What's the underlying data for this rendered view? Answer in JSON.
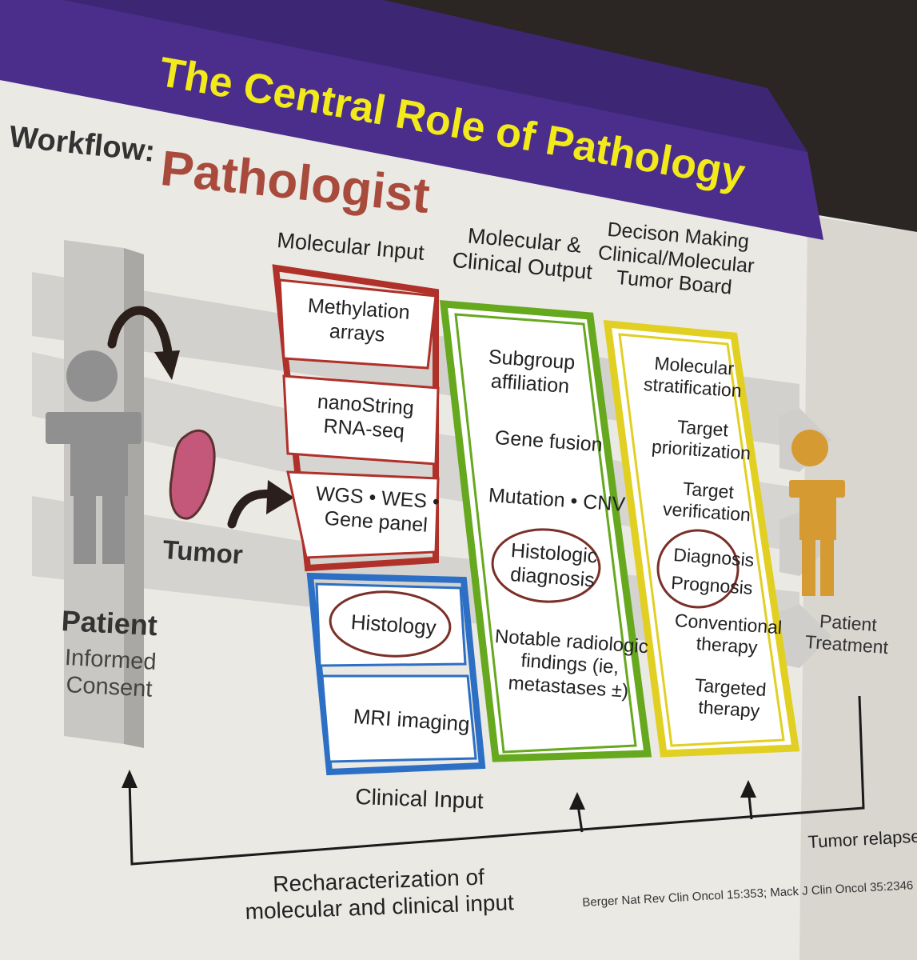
{
  "title": "The Central Role of Pathology",
  "workflow_label": "Workflow:",
  "pathologist_label": "Pathologist",
  "columns": {
    "molecular_input": "Molecular Input",
    "output": [
      "Molecular &",
      "Clinical Output"
    ],
    "decision": [
      "Decison Making",
      "Clinical/Molecular",
      "Tumor Board"
    ]
  },
  "red_boxes": [
    [
      "Methylation",
      "arrays"
    ],
    [
      "nanoString",
      "RNA-seq"
    ],
    [
      "WGS • WES •",
      "Gene panel"
    ]
  ],
  "blue_boxes": {
    "histology": "Histology",
    "mri": "MRI imaging"
  },
  "green_box": {
    "subgroup": [
      "Subgroup",
      "affiliation"
    ],
    "gene_fusion": "Gene fusion",
    "mutation": "Mutation • CNV",
    "histologic": [
      "Histologic",
      "diagnosis"
    ],
    "radiologic": [
      "Notable radiologic",
      "findings (ie,",
      "metastases ±)"
    ]
  },
  "yellow_box": {
    "stratification": [
      "Molecular",
      "stratification"
    ],
    "prioritization": [
      "Target",
      "prioritization"
    ],
    "verification": [
      "Target",
      "verification"
    ],
    "diagnosis": [
      "Diagnosis",
      "Prognosis"
    ],
    "conventional": [
      "Conventional",
      "therapy"
    ],
    "targeted": [
      "Targeted",
      "therapy"
    ]
  },
  "left": {
    "tumor": "Tumor",
    "patient": "Patient",
    "consent": [
      "Informed",
      "Consent"
    ]
  },
  "right": {
    "patient_treatment": [
      "Patient",
      "Treatment"
    ]
  },
  "bottom": {
    "clinical_input": "Clinical Input",
    "tumor_relapse": "Tumor relapse",
    "recharacterization": [
      "Recharacterization of",
      "molecular and clinical input"
    ],
    "citation": "Berger Nat Rev Clin Oncol 15:353; Mack J Clin Oncol 35:2346"
  },
  "colors": {
    "title": "#f2ea1a",
    "header_band": "#4b2d8c",
    "pathologist": "#a84a3c",
    "red_box": "#b0302a",
    "blue_box": "#2c6fc4",
    "green_box": "#66a81e",
    "yellow_box": "#e1cf22",
    "tumor_blob": "#c4587a",
    "patient_figure": "#909090",
    "treated_figure": "#d69a32",
    "oval": "#7a3028"
  }
}
